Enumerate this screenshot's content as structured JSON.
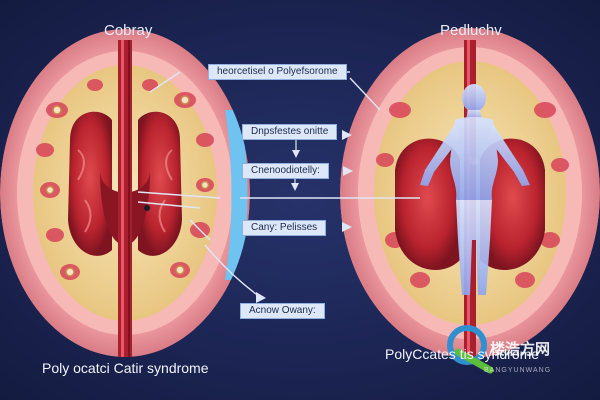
{
  "left_title": "Cobray",
  "right_title": "Pedluchv",
  "labels": [
    "heorcetisel o Polyefsorome",
    "Dnpsfestes onitte",
    "Cnenoodiotelly:",
    "Cany: Pelisses",
    "Acnow Owany:"
  ],
  "captions": {
    "left": "Poly ocatci Catir syndrome",
    "right": "PolyCcates tis syndrome"
  },
  "watermark": {
    "main": "楼浩方网",
    "sub": "BANGYUNWANG"
  },
  "colors": {
    "background": "#1b2452",
    "tissue_outer": "#f2a3a6",
    "tissue_fat": "#efd49a",
    "tissue_red": "#b8232e",
    "label_fill": "#dde7f7",
    "accent_blue": "#6fc3f0"
  },
  "icons": [
    "female-figure-icon",
    "arrow-right-icon",
    "arrow-down-icon",
    "watermark-logo-icon"
  ]
}
